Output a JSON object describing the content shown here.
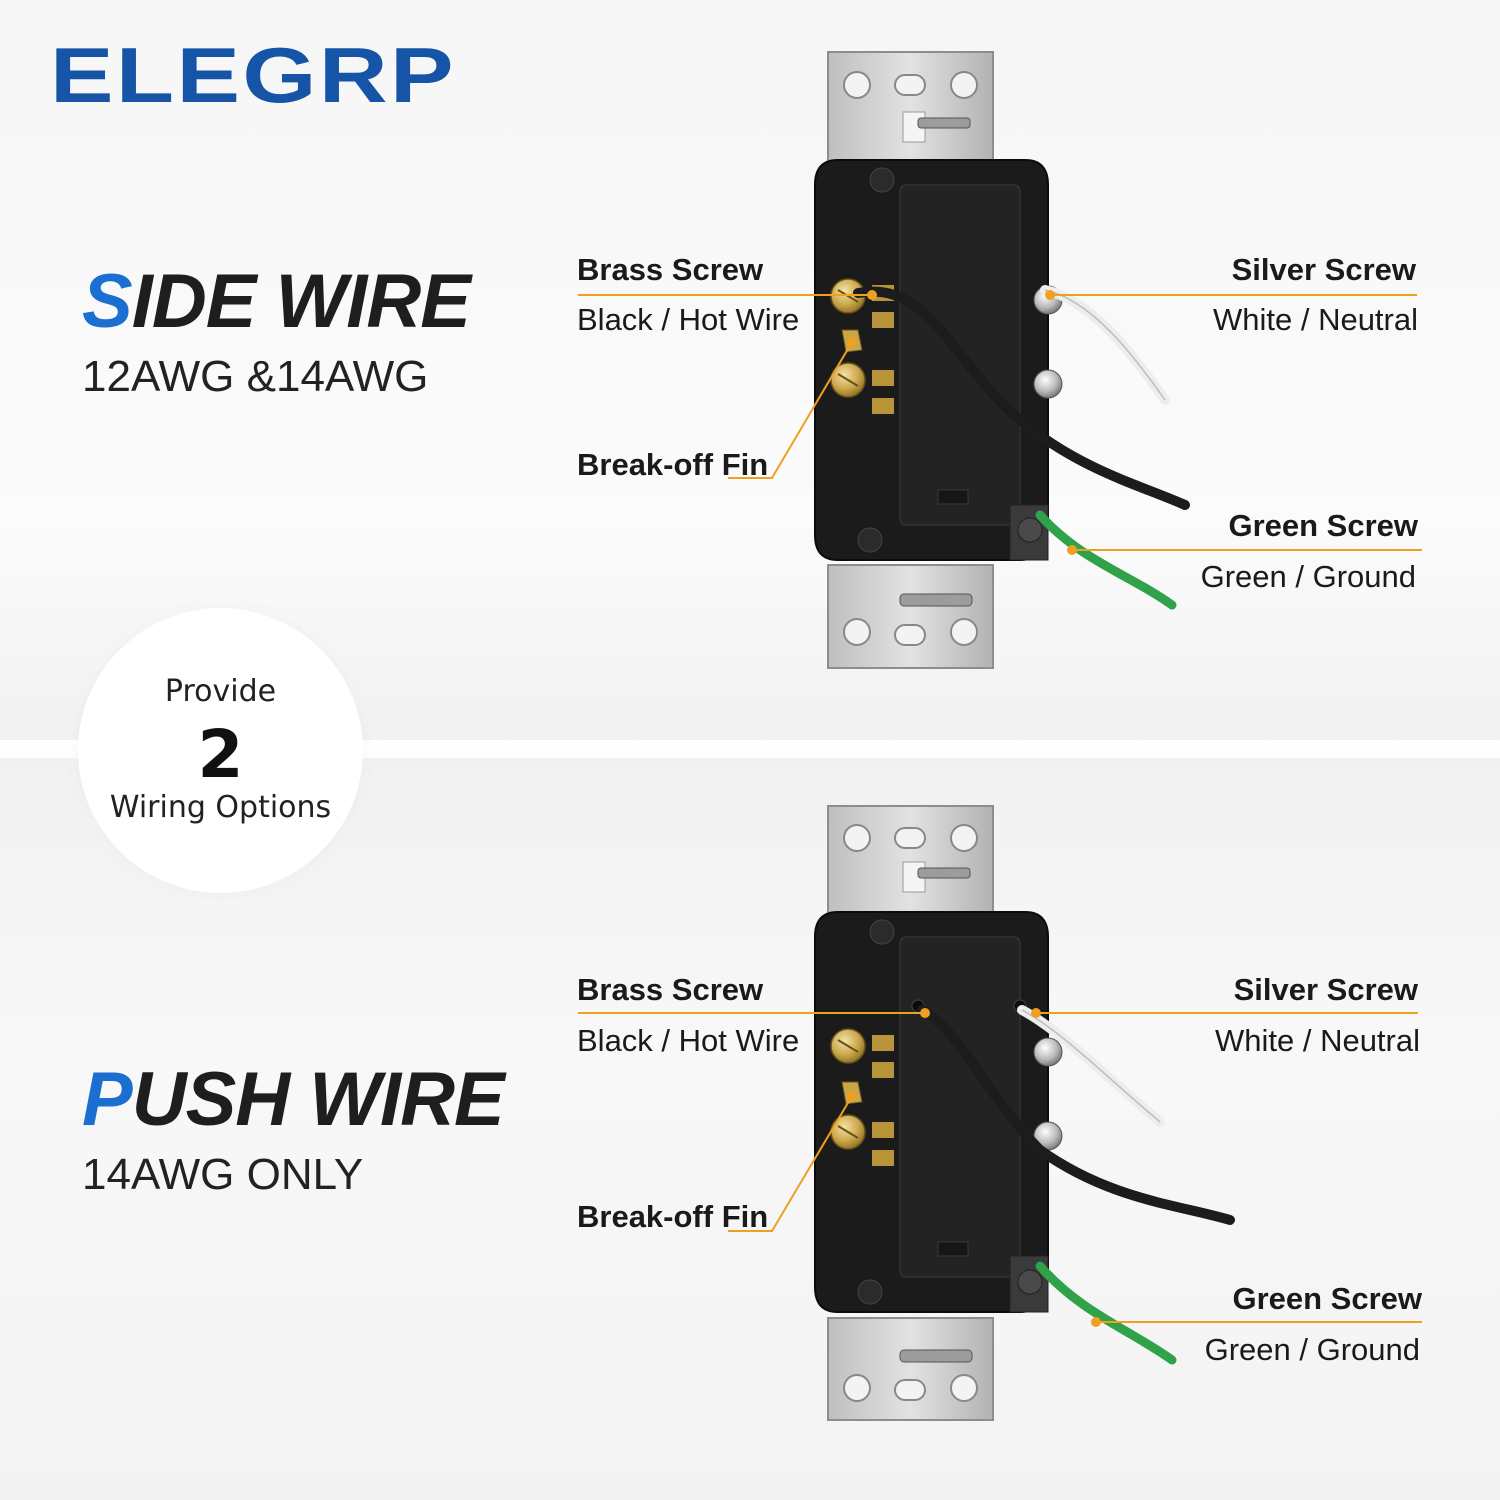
{
  "brand": {
    "name": "ELEGRP"
  },
  "badge": {
    "line1": "Provide",
    "number": "2",
    "line2": "Wiring Options"
  },
  "sections": [
    {
      "title_first": "S",
      "title_rest": "IDE WIRE",
      "subtitle": "12AWG &14AWG",
      "labels": {
        "brass_title": "Brass Screw",
        "brass_desc": "Black / Hot Wire",
        "fin_title": "Break-off Fin",
        "silver_title": "Silver Screw",
        "silver_desc": "White / Neutral",
        "green_title": "Green Screw",
        "green_desc": "Green / Ground"
      }
    },
    {
      "title_first": "P",
      "title_rest": "USH WIRE",
      "subtitle": "14AWG ONLY",
      "labels": {
        "brass_title": "Brass Screw",
        "brass_desc": "Black / Hot Wire",
        "fin_title": "Break-off Fin",
        "silver_title": "Silver Screw",
        "silver_desc": "White / Neutral",
        "green_title": "Green Screw",
        "green_desc": "Green / Ground"
      }
    }
  ],
  "colors": {
    "brand_blue": "#1554a6",
    "title_accent": "#1b6fd0",
    "leader_line": "#f0a020",
    "hot_wire": "#1c1c1c",
    "neutral_wire": "#ededed",
    "ground_wire": "#2fa24a",
    "brass": "#c9a64a",
    "silver": "#c8c8c8"
  }
}
